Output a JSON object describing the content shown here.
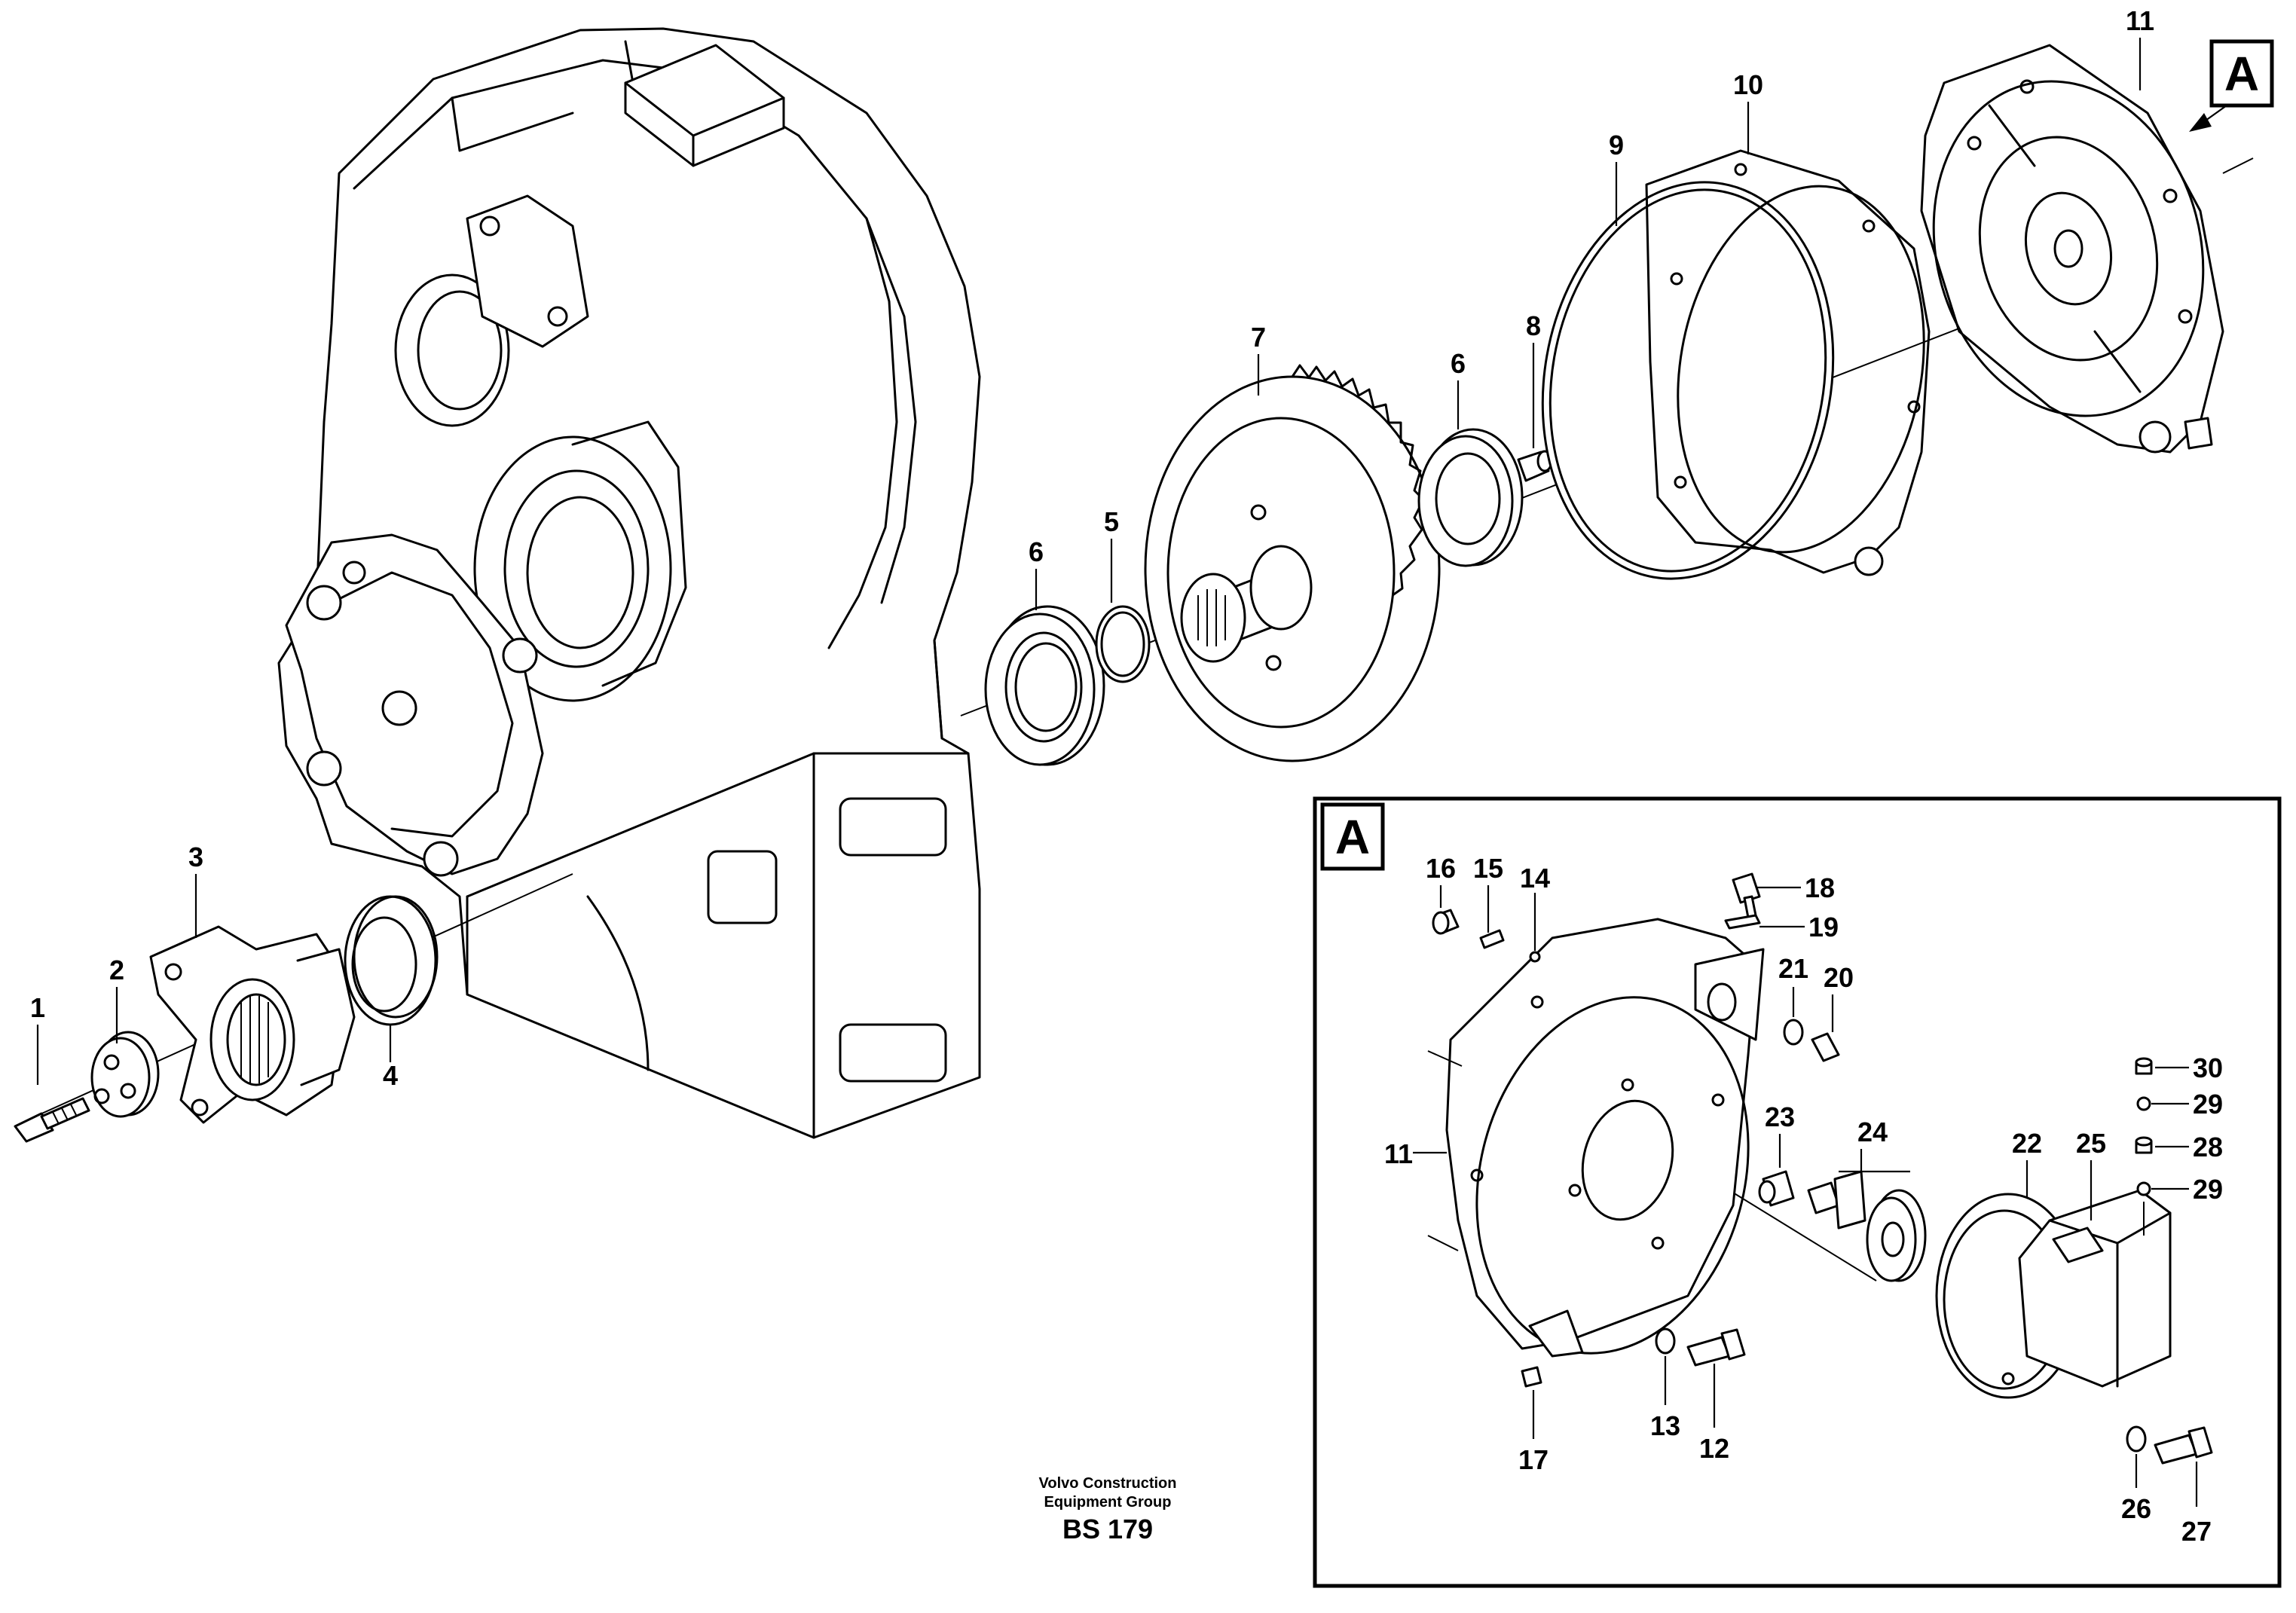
{
  "diagram": {
    "callouts_main": [
      {
        "id": "c1",
        "text": "1"
      },
      {
        "id": "c2",
        "text": "2"
      },
      {
        "id": "c3",
        "text": "3"
      },
      {
        "id": "c4",
        "text": "4"
      },
      {
        "id": "c5",
        "text": "5"
      },
      {
        "id": "c6a",
        "text": "6"
      },
      {
        "id": "c6b",
        "text": "6"
      },
      {
        "id": "c7",
        "text": "7"
      },
      {
        "id": "c8",
        "text": "8"
      },
      {
        "id": "c9",
        "text": "9"
      },
      {
        "id": "c10",
        "text": "10"
      },
      {
        "id": "c11a",
        "text": "11"
      }
    ],
    "detail_ref": "A",
    "detail_box_label": "A",
    "callouts_detail": [
      {
        "id": "c11b",
        "text": "11"
      },
      {
        "id": "c12",
        "text": "12"
      },
      {
        "id": "c13",
        "text": "13"
      },
      {
        "id": "c14",
        "text": "14"
      },
      {
        "id": "c15",
        "text": "15"
      },
      {
        "id": "c16",
        "text": "16"
      },
      {
        "id": "c17",
        "text": "17"
      },
      {
        "id": "c18",
        "text": "18"
      },
      {
        "id": "c19",
        "text": "19"
      },
      {
        "id": "c20",
        "text": "20"
      },
      {
        "id": "c21",
        "text": "21"
      },
      {
        "id": "c22",
        "text": "22"
      },
      {
        "id": "c23",
        "text": "23"
      },
      {
        "id": "c24",
        "text": "24"
      },
      {
        "id": "c25",
        "text": "25"
      },
      {
        "id": "c26",
        "text": "26"
      },
      {
        "id": "c27",
        "text": "27"
      },
      {
        "id": "c28",
        "text": "28"
      },
      {
        "id": "c29a",
        "text": "29"
      },
      {
        "id": "c29b",
        "text": "29"
      },
      {
        "id": "c30",
        "text": "30"
      }
    ],
    "footer": {
      "line1": "Volvo Construction",
      "line2": "Equipment Group",
      "code": "BS 179"
    }
  }
}
